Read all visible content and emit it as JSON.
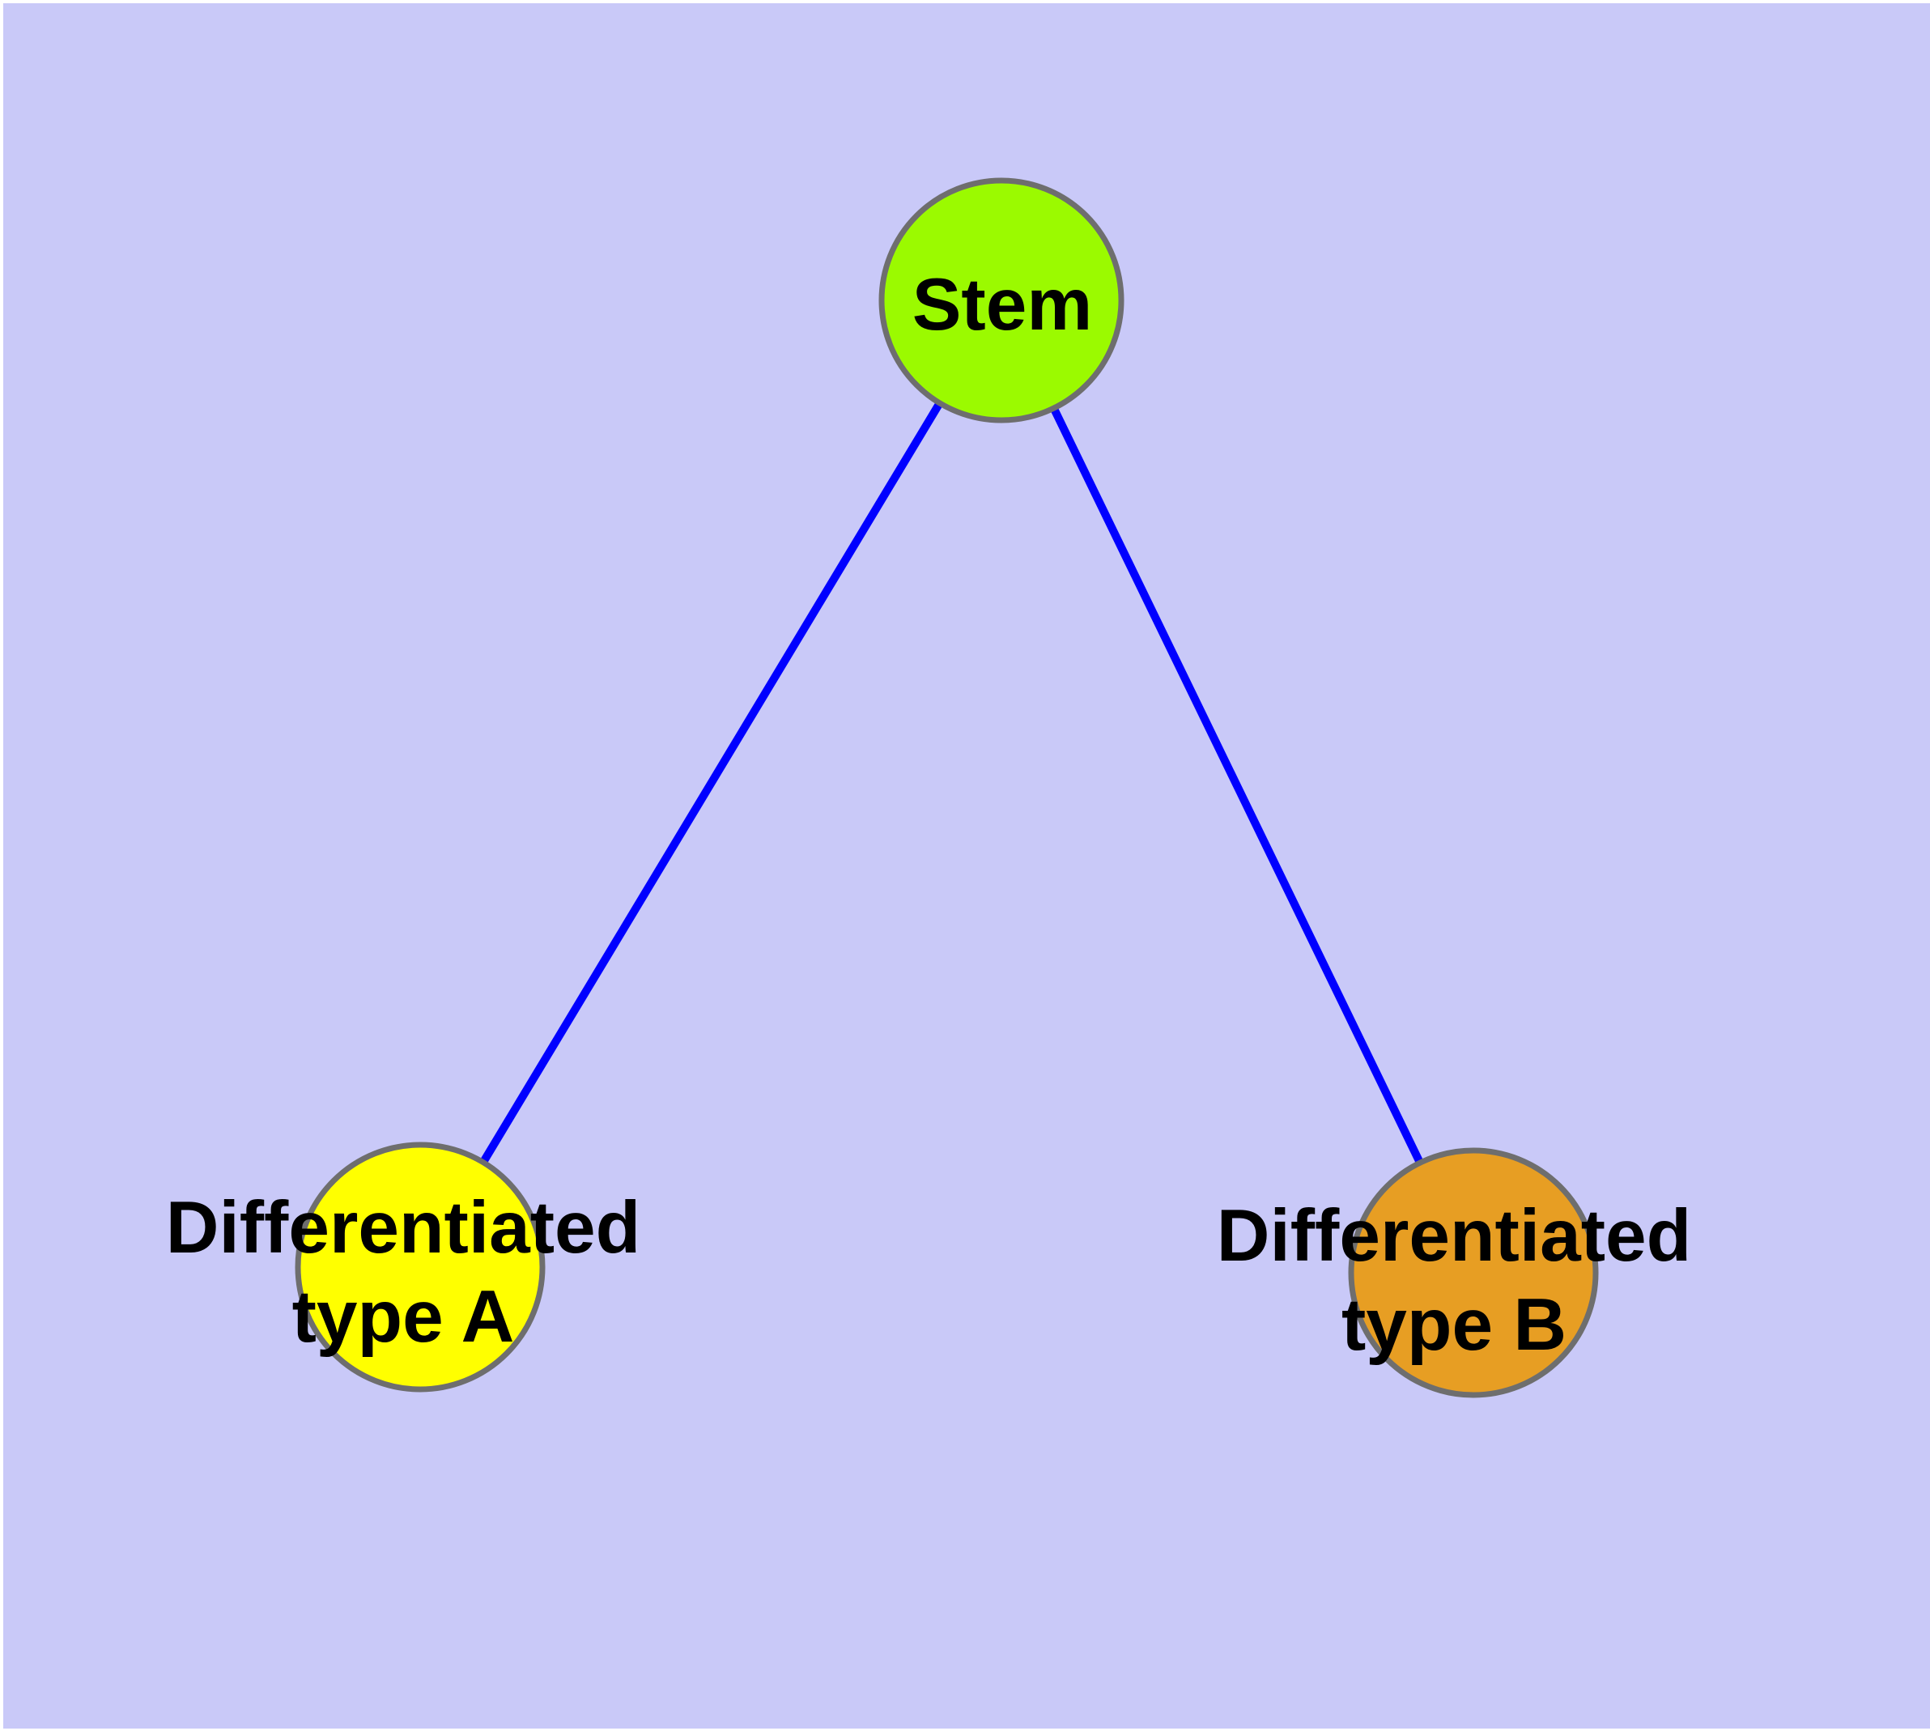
{
  "diagram": {
    "background": {
      "page_color": "#FFFFFF",
      "panel_color": "#C9C9F8"
    },
    "style": {
      "edge_color": "#0000FF",
      "node_border_color": "#6E6E6E",
      "label_color": "#000000"
    },
    "nodes": {
      "stem": {
        "label": "Stem",
        "fill": "#9BFA00"
      },
      "type_a": {
        "label_line1": "Differentiated",
        "label_line2": "type A",
        "fill": "#FFFF00"
      },
      "type_b": {
        "label_line1": "Differentiated",
        "label_line2": "type B",
        "fill": "#E79E23"
      }
    },
    "edges": [
      {
        "from": "Stem",
        "to": "Differentiated type A"
      },
      {
        "from": "Stem",
        "to": "Differentiated type B"
      }
    ]
  }
}
